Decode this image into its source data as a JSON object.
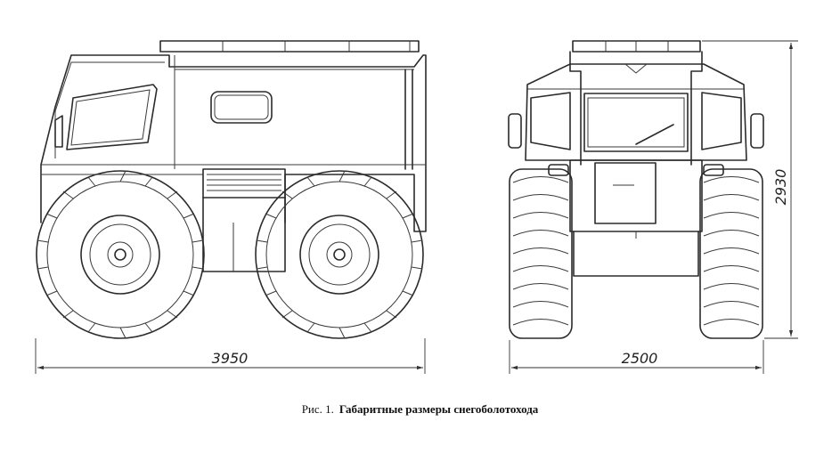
{
  "dimensions": {
    "length": "3950",
    "width": "2500",
    "height": "2930"
  },
  "caption": {
    "number": "Рис. 1.",
    "text": "Габаритные размеры снегоболотохода"
  }
}
